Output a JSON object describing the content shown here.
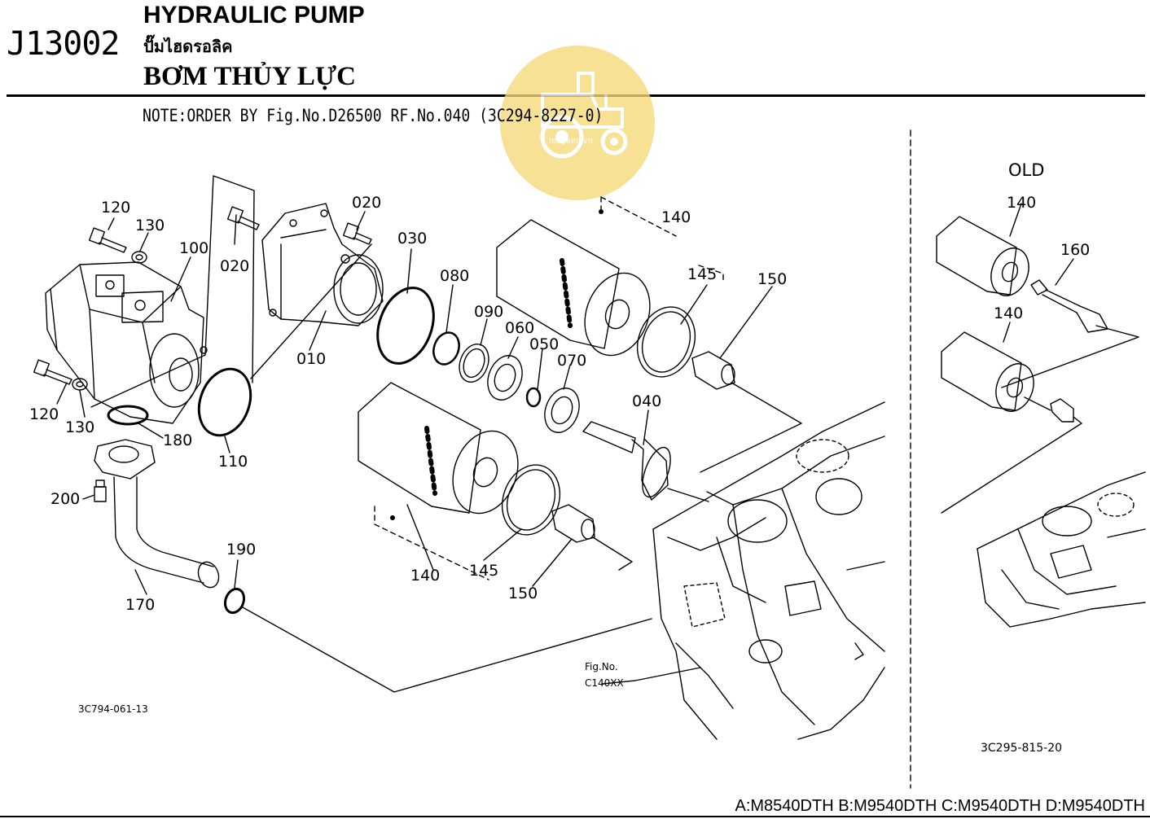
{
  "header": {
    "code": "J13002",
    "title_en": "HYDRAULIC PUMP",
    "title_th": "ปั๊มไฮดรอลิค",
    "title_vn": "BƠM THỦY LỰC",
    "note": "NOTE:ORDER BY Fig.No.D26500 RF.No.040 (3C294-8227-0)"
  },
  "watermark": {
    "text": "maykeo.vn",
    "color": "#f6d978"
  },
  "diagram": {
    "part_labels": [
      "120",
      "130",
      "100",
      "020",
      "020",
      "030",
      "080",
      "140",
      "145",
      "150",
      "090",
      "060",
      "050",
      "070",
      "010",
      "110",
      "180",
      "120",
      "130",
      "200",
      "040",
      "190",
      "170",
      "140",
      "145",
      "150"
    ],
    "old_section": {
      "title": "OLD",
      "labels": [
        "140",
        "160",
        "140"
      ]
    },
    "fig_ref": {
      "line1": "Fig.No.",
      "line2": "C140XX"
    },
    "illustration_codes": [
      "3C794-061-13",
      "3C295-815-20"
    ]
  },
  "footer": {
    "models": "A:M8540DTH B:M9540DTH C:M9540DTH D:M9540DTH"
  }
}
